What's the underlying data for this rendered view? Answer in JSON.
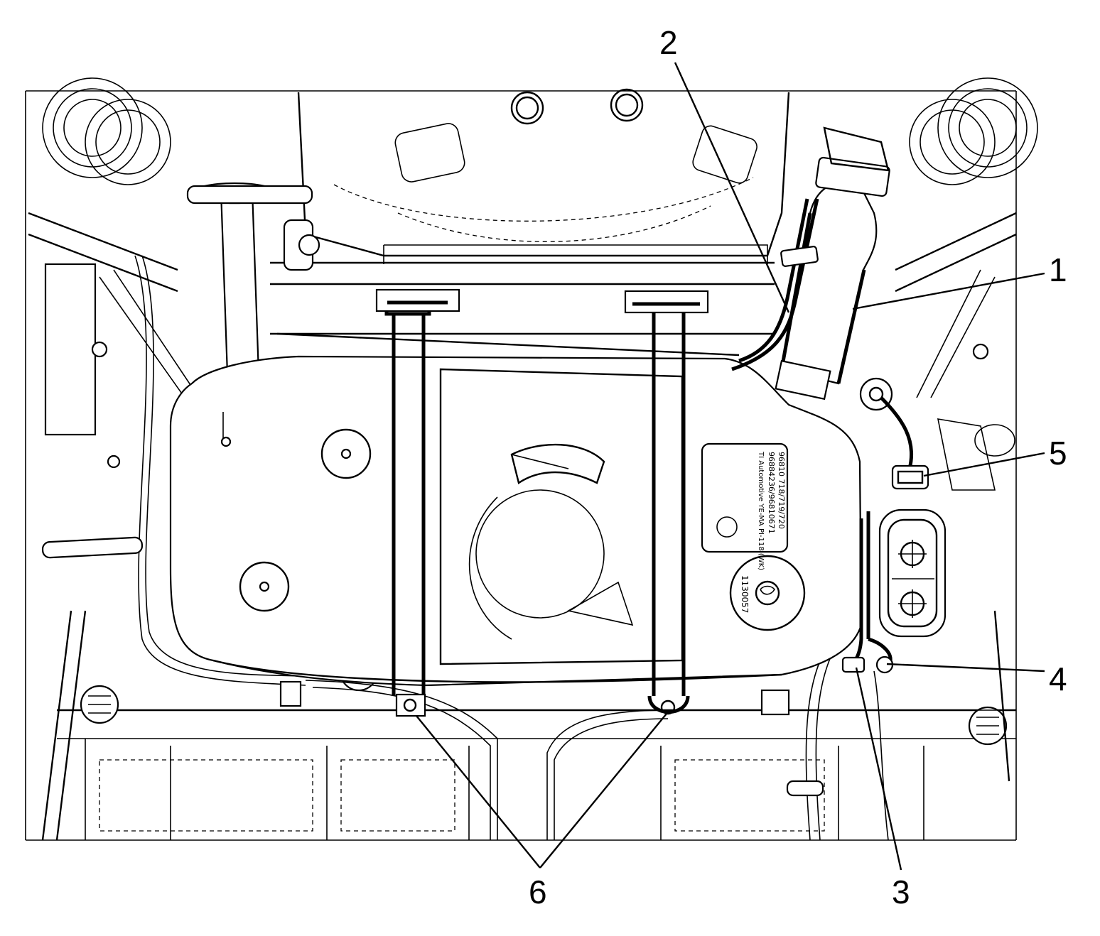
{
  "figure": {
    "callouts": [
      {
        "id": "callout-1",
        "number": "1"
      },
      {
        "id": "callout-2",
        "number": "2"
      },
      {
        "id": "callout-3",
        "number": "3"
      },
      {
        "id": "callout-4",
        "number": "4"
      },
      {
        "id": "callout-5",
        "number": "5"
      },
      {
        "id": "callout-6",
        "number": "6"
      }
    ],
    "tank_label": {
      "line1": "96810 718/719/720",
      "line2": "96884236/96810671",
      "line3": "TI Automotive  YE-MA PI-118 (WK)",
      "code": "1130057"
    }
  }
}
